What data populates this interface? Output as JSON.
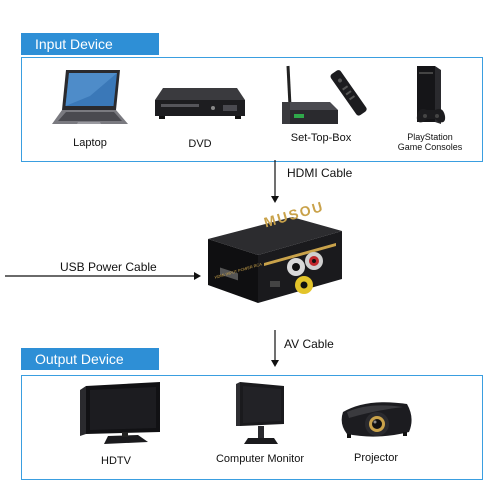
{
  "input_section": {
    "title": "Input Device",
    "devices": [
      {
        "label": "Laptop",
        "icon": "laptop-icon"
      },
      {
        "label": "DVD",
        "icon": "dvd-player-icon"
      },
      {
        "label": "Set-Top-Box",
        "icon": "set-top-box-icon"
      },
      {
        "label_line1": "PlayStation",
        "label_line2": "Game Consoles",
        "icon": "playstation-icon"
      }
    ]
  },
  "cables": {
    "hdmi": "HDMI Cable",
    "usb": "USB Power Cable",
    "av": "AV Cable"
  },
  "converter": {
    "brand": "MUSOU",
    "port_label": "HDMI INPUT  POWER  RCA",
    "icon": "hdmi-to-av-converter-icon"
  },
  "output_section": {
    "title": "Output Device",
    "devices": [
      {
        "label": "HDTV",
        "icon": "hdtv-icon"
      },
      {
        "label": "Computer Monitor",
        "icon": "computer-monitor-icon"
      },
      {
        "label": "Projector",
        "icon": "projector-icon"
      }
    ]
  },
  "colors": {
    "accent": "#2e8fd6",
    "border": "#3a9ee0",
    "brand_gold": "#c9a24a"
  }
}
